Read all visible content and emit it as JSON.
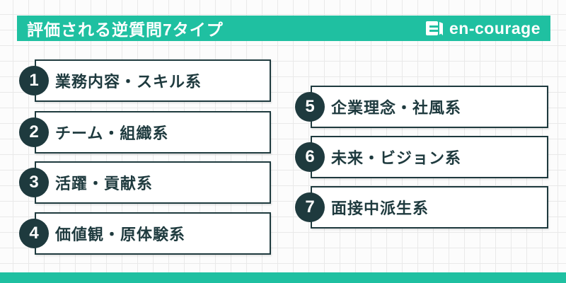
{
  "header": {
    "title": "評価される逆質問7タイプ",
    "logo_text": "en-courage"
  },
  "items": [
    {
      "number": "1",
      "label": "業務内容・スキル系"
    },
    {
      "number": "2",
      "label": "チーム・組織系"
    },
    {
      "number": "3",
      "label": "活躍・貢献系"
    },
    {
      "number": "4",
      "label": "価値観・原体験系"
    },
    {
      "number": "5",
      "label": "企業理念・社風系"
    },
    {
      "number": "6",
      "label": "未来・ビジョン系"
    },
    {
      "number": "7",
      "label": "面接中派生系"
    }
  ],
  "colors": {
    "accent_teal": "#1fc0a1",
    "dark_slate": "#1e3a3e",
    "grid_line": "#e9e9e9",
    "background": "#fcfcfc",
    "box_background": "#ffffff"
  },
  "icons": {
    "logo_icon": "book-logo-icon"
  }
}
